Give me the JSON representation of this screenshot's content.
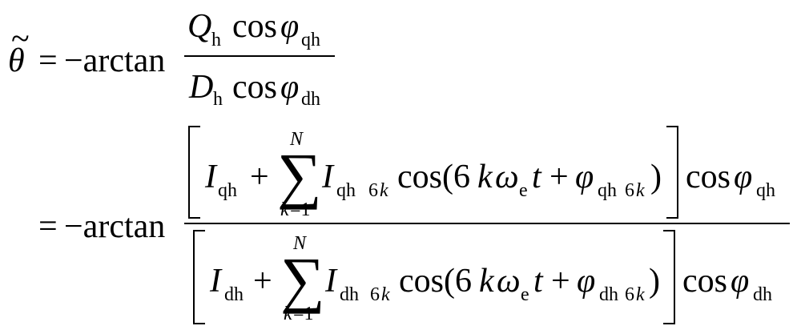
{
  "equation": {
    "lhs_symbol": "θ",
    "lhs_tilde": "~",
    "eq_sign": "=",
    "neg_arctan": "−arctan",
    "line1": {
      "num": {
        "var": "Q",
        "var_sub": "h",
        "cos": "cos",
        "phi": "φ",
        "phi_sub": "qh"
      },
      "den": {
        "var": "D",
        "var_sub": "h",
        "cos": "cos",
        "phi": "φ",
        "phi_sub": "dh"
      }
    },
    "line2": {
      "sum_upper": "N",
      "sum_lower_k": "k",
      "sum_lower_eq": "=1",
      "sum_symbol": "∑",
      "plus": "+",
      "num": {
        "i0": "I",
        "i0_sub": "qh",
        "ik": "I",
        "ik_sub_a": "qh",
        "ik_sub_b": "6",
        "ik_sub_c": "k",
        "cos_open": "cos(6",
        "k": "k",
        "omega": "ω",
        "omega_sub": "e",
        "t": "t",
        "phi": "φ",
        "phi_sub_a": "qh",
        "phi_sub_b": "6",
        "phi_sub_c": "k",
        "close": ")",
        "outer_cos": "cos",
        "outer_phi": "φ",
        "outer_phi_sub": "qh"
      },
      "den": {
        "i0": "I",
        "i0_sub": "dh",
        "ik": "I",
        "ik_sub_a": "dh",
        "ik_sub_b": "6",
        "ik_sub_c": "k",
        "cos_open": "cos(6",
        "k": "k",
        "omega": "ω",
        "omega_sub": "e",
        "t": "t",
        "phi": "φ",
        "phi_sub_a": "dh",
        "phi_sub_b": "6",
        "phi_sub_c": "k",
        "close": ")",
        "outer_cos": "cos",
        "outer_phi": "φ",
        "outer_phi_sub": "dh"
      }
    }
  }
}
